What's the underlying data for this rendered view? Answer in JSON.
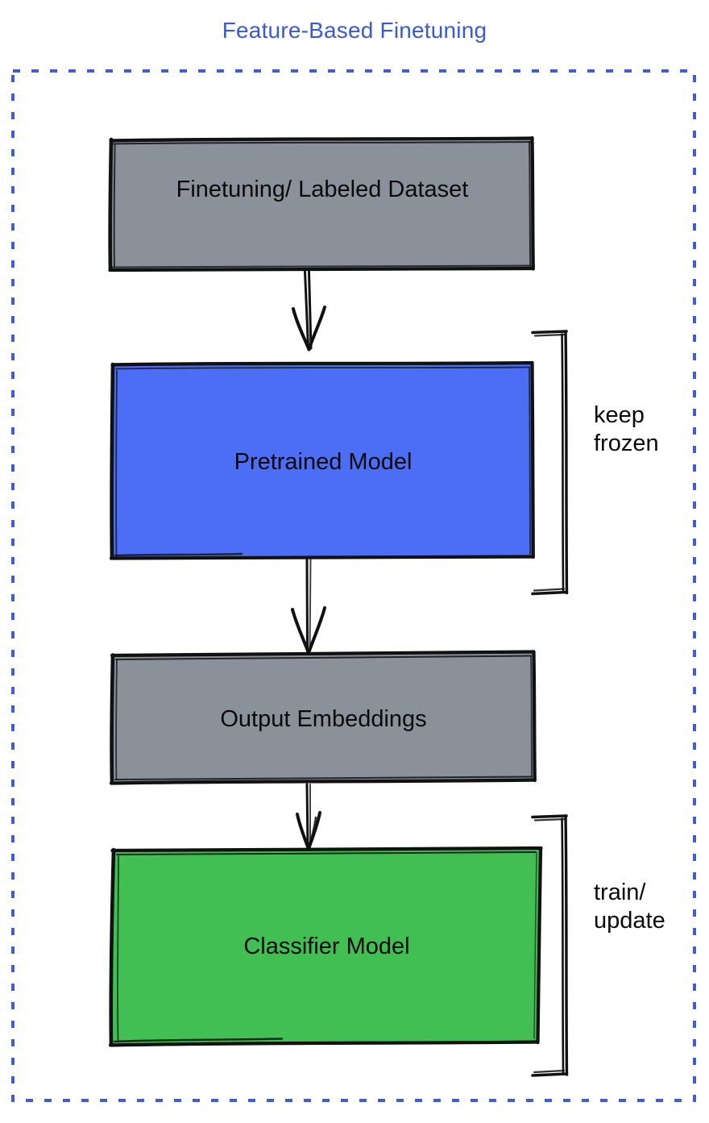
{
  "title": "Feature-Based Finetuning",
  "colors": {
    "title": "#3b5bcc",
    "dashed_border": "#3f5fd0",
    "gray_fill": "#8b919b",
    "blue_fill": "#4c6ef5",
    "green_fill": "#41bf53",
    "stroke": "#111111",
    "background": "#ffffff",
    "text": "#0a0a0a"
  },
  "frame": {
    "name": "dashed-outer-frame",
    "style": "dashed"
  },
  "nodes": [
    {
      "id": "dataset",
      "label": "Finetuning/ Labeled Dataset",
      "fill": "#8b919b",
      "kind": "data"
    },
    {
      "id": "pretrained-model",
      "label": "Pretrained Model",
      "fill": "#4c6ef5",
      "kind": "model"
    },
    {
      "id": "output-embeddings",
      "label": "Output Embeddings",
      "fill": "#8b919b",
      "kind": "data"
    },
    {
      "id": "classifier-model",
      "label": "Classifier Model",
      "fill": "#41bf53",
      "kind": "model"
    }
  ],
  "brackets": [
    {
      "id": "keep-frozen",
      "label": "keep\nfrozen",
      "targets": [
        "pretrained-model"
      ]
    },
    {
      "id": "train-update",
      "label": "train/\nupdate",
      "targets": [
        "classifier-model"
      ]
    }
  ],
  "arrows": [
    {
      "id": "dataset-to-pretrained",
      "from": "dataset",
      "to": "pretrained-model"
    },
    {
      "id": "pretrained-to-embeddings",
      "from": "pretrained-model",
      "to": "output-embeddings"
    },
    {
      "id": "embeddings-to-classifier",
      "from": "output-embeddings",
      "to": "classifier-model"
    }
  ]
}
